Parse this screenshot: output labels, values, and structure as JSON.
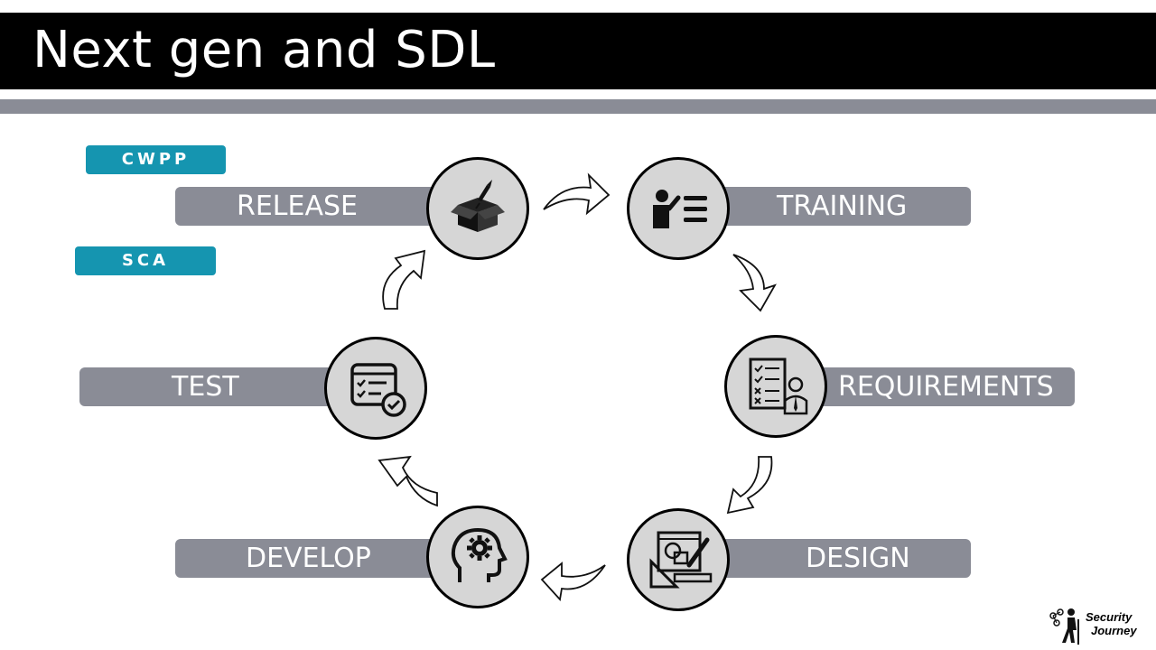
{
  "slide": {
    "title": "Next gen and SDL"
  },
  "tags": {
    "cwpp": "CWPP",
    "sca": "SCA"
  },
  "stages": {
    "release": "RELEASE",
    "training": "TRAINING",
    "requirements": "REQUIREMENTS",
    "design": "DESIGN",
    "develop": "DEVELOP",
    "test": "TEST"
  },
  "icons": {
    "release": "box-rocket-icon",
    "training": "teacher-board-icon",
    "requirements": "checklist-person-icon",
    "design": "design-tools-icon",
    "develop": "head-gear-icon",
    "test": "checklist-check-icon"
  },
  "logo": {
    "line1": "Security",
    "line2": "Journey"
  },
  "colors": {
    "title_bg": "#000000",
    "bar_gray": "#8a8c96",
    "tag_teal": "#1595b0",
    "node_fill": "#d6d6d6"
  }
}
